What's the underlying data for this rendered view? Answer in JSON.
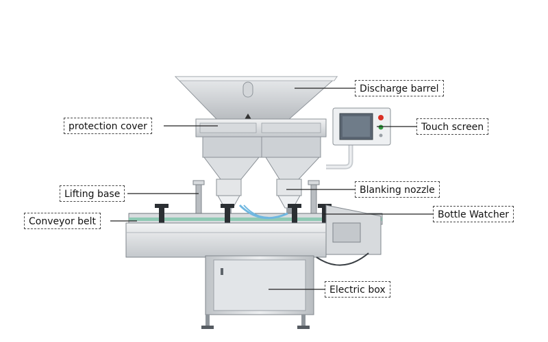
{
  "labels": {
    "discharge_barrel": "Discharge barrel",
    "touch_screen": "Touch screen",
    "protection_cover": "protection cover",
    "blanking_nozzle": "Blanking nozzle",
    "lifting_base": "Lifting base",
    "bottle_watcher": "Bottle Watcher",
    "conveyor_belt": "Conveyor belt",
    "electric_box": "Electric box"
  },
  "colors": {
    "steel_light": "#e4e6e8",
    "steel_mid": "#c9cdd1",
    "steel_dark": "#8f959b",
    "screen_frame": "#eef0f2",
    "screen_display": "#5a6572",
    "button_red": "#d93025",
    "button_green": "#2e9b3e",
    "tube_blue": "#6fb7e0"
  }
}
